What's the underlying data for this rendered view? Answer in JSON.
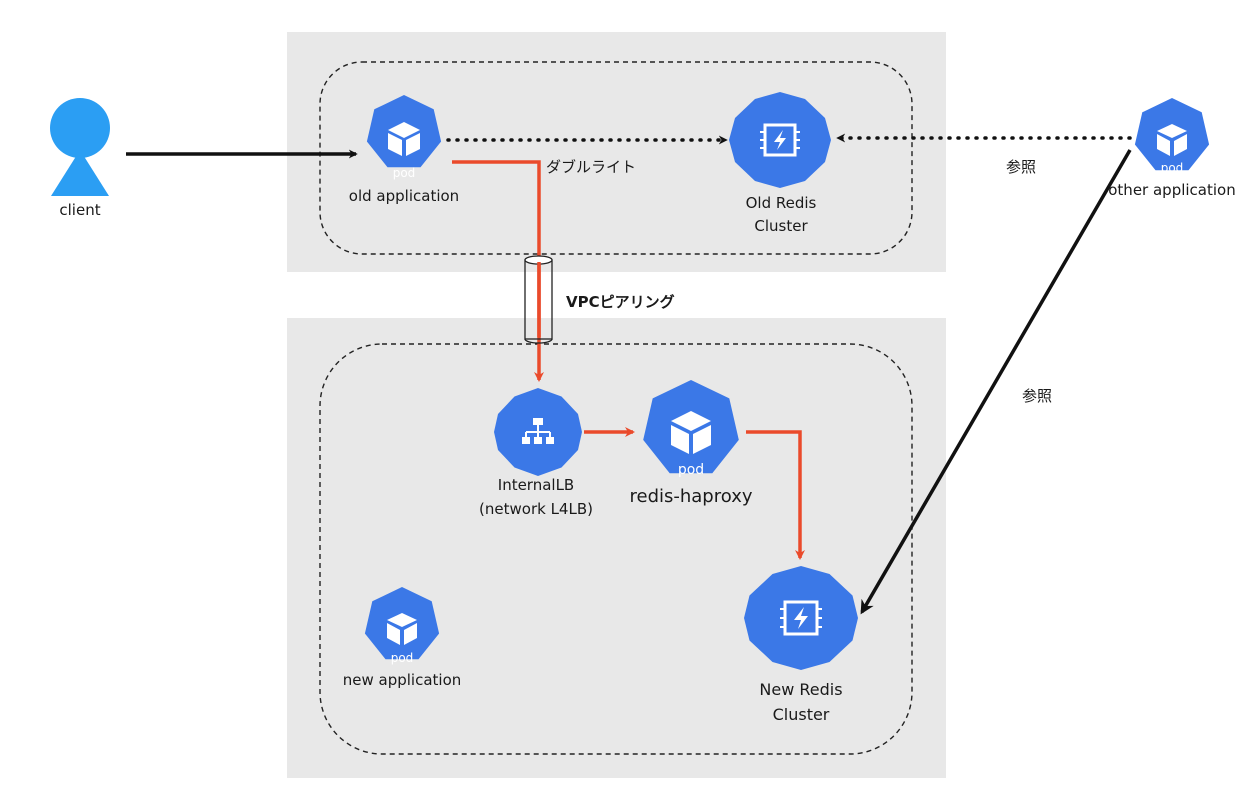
{
  "diagram": {
    "client_label": "client",
    "old_app": {
      "label": "old application",
      "pod_text": "pod"
    },
    "old_redis": {
      "label_line1": "Old Redis",
      "label_line2": "Cluster"
    },
    "other_app": {
      "label": "other application",
      "pod_text": "pod"
    },
    "internal_lb": {
      "label_line1": "InternalLB",
      "label_line2": "(network L4LB)"
    },
    "haproxy": {
      "label": "redis-haproxy",
      "pod_text": "pod"
    },
    "new_redis": {
      "label_line1": "New Redis",
      "label_line2": "Cluster"
    },
    "new_app": {
      "label": "new application",
      "pod_text": "pod"
    },
    "edge_labels": {
      "dual_write": "ダブルライト",
      "vpc_peering": "VPCピアリング",
      "ref_old": "参照",
      "ref_new": "参照"
    }
  },
  "colors": {
    "node_blue": "#3b78e7",
    "node_blue_dark": "#2d5fc4",
    "client_blue": "#2b9ef3",
    "arrow_red": "#ea4a2b",
    "region_gray": "#e8e8e8"
  },
  "icons": {
    "client": "person-icon",
    "pod": "cube-icon",
    "redis": "memorystore-chip-icon",
    "load_balancer": "network-tree-icon"
  }
}
